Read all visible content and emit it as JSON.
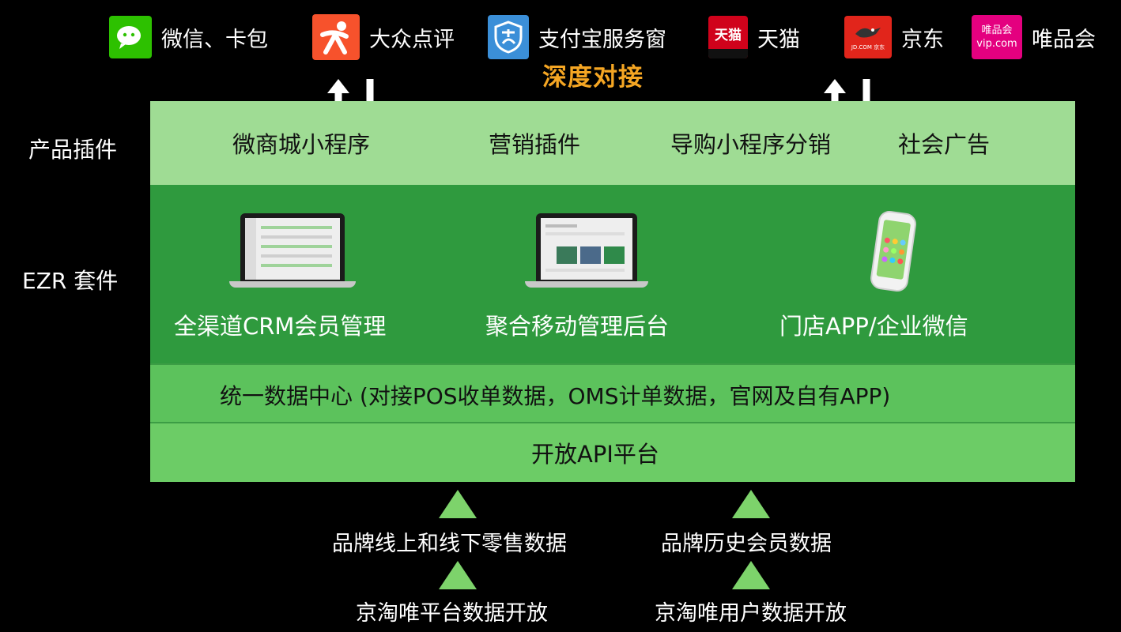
{
  "partners": [
    {
      "name": "微信、卡包",
      "logo_text": "",
      "logo_icon": "wechat-icon",
      "color": "#2dc100"
    },
    {
      "name": "大众点评",
      "logo_text": "",
      "logo_icon": "dianping-icon",
      "color": "#f7522c"
    },
    {
      "name": "支付宝服务窗",
      "logo_text": "",
      "logo_icon": "alipay-shield-icon",
      "color": "#3b8fd8"
    },
    {
      "name": "天猫",
      "logo_text": "天猫",
      "logo_icon": "tmall-icon",
      "color": "#d0021b"
    },
    {
      "name": "京东",
      "logo_text": "JD.COM 京东",
      "logo_icon": "jd-icon",
      "color": "#e1251b"
    },
    {
      "name": "唯品会",
      "logo_text": "唯品会 vip.com",
      "logo_icon": "vipshop-icon",
      "color": "#e4007f"
    }
  ],
  "deep_integration": "深度对接",
  "side_labels": {
    "plugins": "产品插件",
    "suite": "EZR 套件"
  },
  "plugins": [
    "微商城小程序",
    "营销插件",
    "导购小程序分销",
    "社会广告"
  ],
  "suite": [
    "全渠道CRM会员管理",
    "聚合移动管理后台",
    "门店APP/企业微信"
  ],
  "data_center": "统一数据中心 (对接POS收单数据，OMS计单数据，官网及自有APP)",
  "api_platform": "开放API平台",
  "sources_mid": [
    "品牌线上和线下零售数据",
    "品牌历史会员数据"
  ],
  "sources_bottom": [
    "京淘唯平台数据开放",
    "京淘唯用户数据开放"
  ],
  "colors": {
    "accent_orange": "#f5a623",
    "plugin_band": "#9fdc94",
    "suite_band": "#2f9a3e",
    "data_band": "#5cc25c",
    "api_band": "#6ccc66"
  }
}
